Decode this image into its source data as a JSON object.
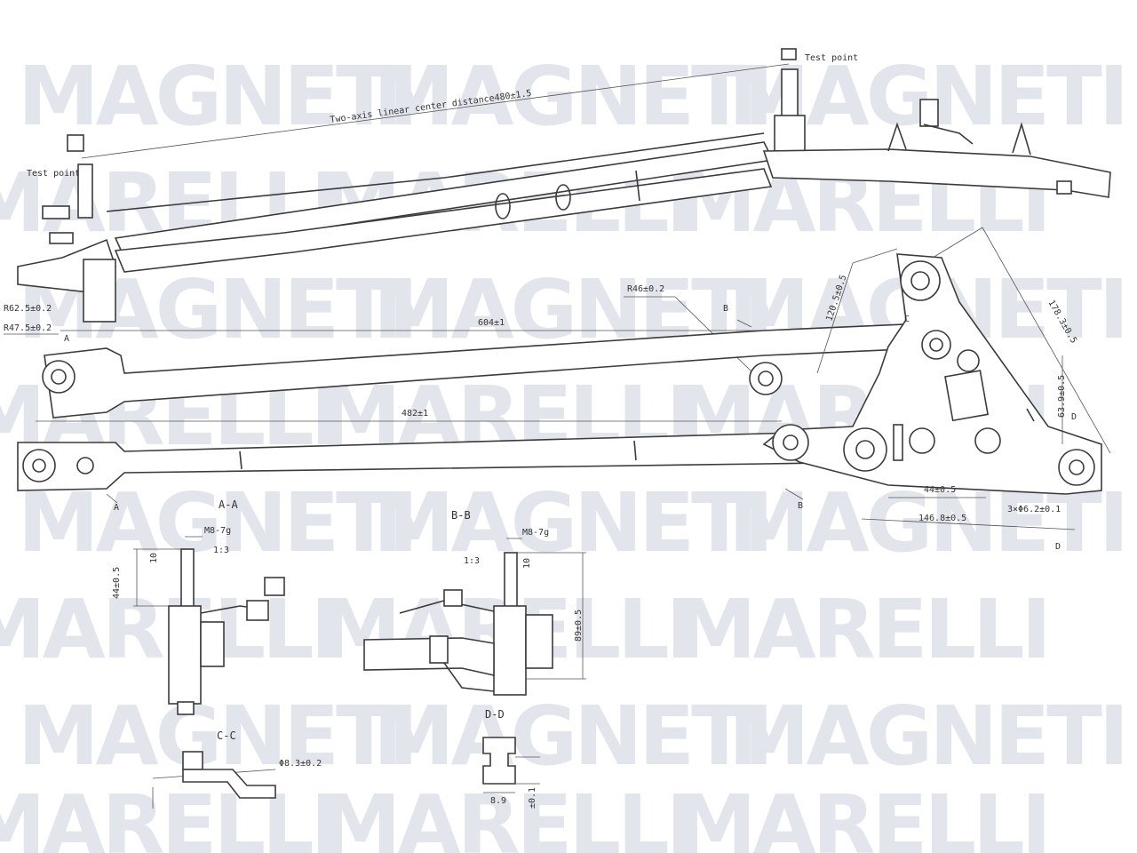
{
  "watermark": {
    "line1": "MAGNETI",
    "line2": "MARELLI"
  },
  "labels": {
    "center_distance": "Two-axis linear center distance480±1.5",
    "test_point_left": "Test point",
    "test_point_right": "Test point",
    "r62": "R62.5±0.2",
    "r47": "R47.5±0.2",
    "r46": "R46±0.2",
    "d604": "604±1",
    "d482": "482±1",
    "d120": "120.5±0.5",
    "d178": "178.3±0.5",
    "d63": "63.9±0.5",
    "d44": "44±0.5",
    "d146": "146.8±0.5",
    "holes": "3×Φ6.2±0.1",
    "aa": "A-A",
    "bb": "B-B",
    "cc": "C-C",
    "dd": "D-D",
    "m8_a": "M8-7g",
    "m8_b": "M8-7g",
    "taper_a": "1:3",
    "taper_b": "1:3",
    "d10_a": "10",
    "d10_b": "10",
    "d44_v": "44±0.5",
    "d89": "89±0.5",
    "d8_3": "Φ8.3±0.2",
    "d8_9": "8.9",
    "d0_1": "±0.1",
    "cut_a1": "A",
    "cut_a2": "A",
    "cut_b1": "B",
    "cut_b2": "B",
    "cut_c": "C",
    "cut_d1": "D",
    "cut_d2": "D"
  }
}
